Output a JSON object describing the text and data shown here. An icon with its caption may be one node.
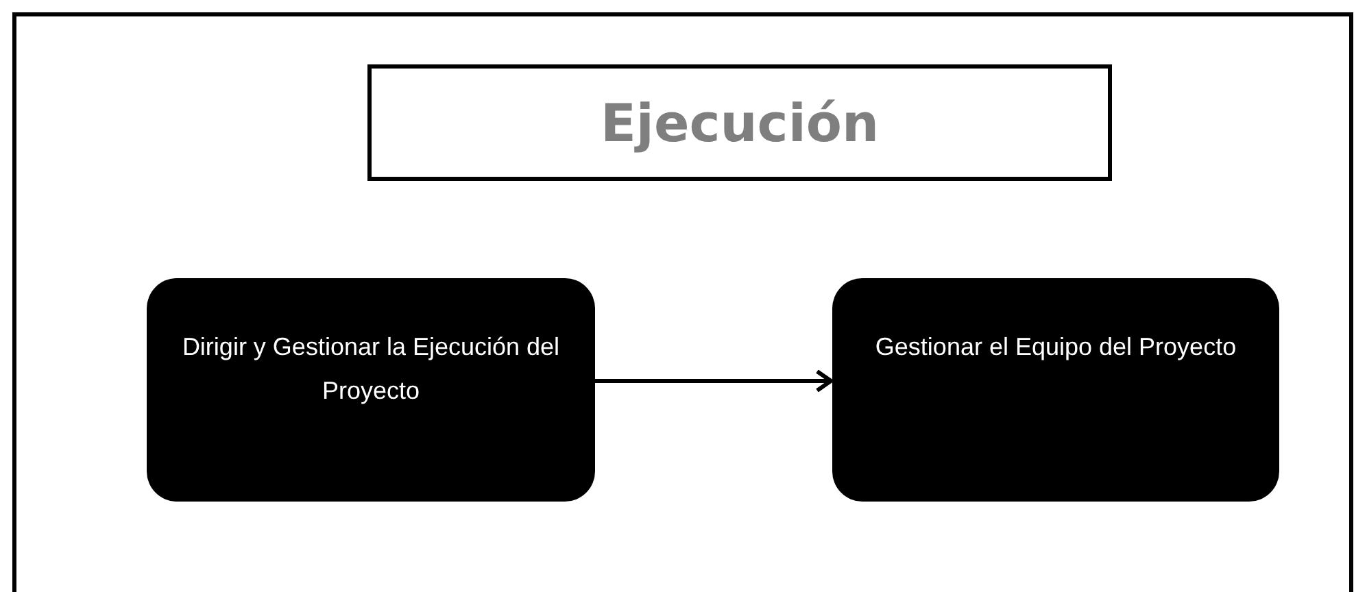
{
  "diagram": {
    "nodes": [
      {
        "text": [
          "Ejecución"
        ]
      },
      {
        "text": [
          "Dirigir y Gestionar la Ejecución del Proyecto"
        ]
      },
      {
        "text": [
          "Gestionar el Equipo del Proyecto"
        ]
      }
    ],
    "edges": [
      {
        "from": 1,
        "to": 2,
        "arrow": "to"
      }
    ]
  }
}
